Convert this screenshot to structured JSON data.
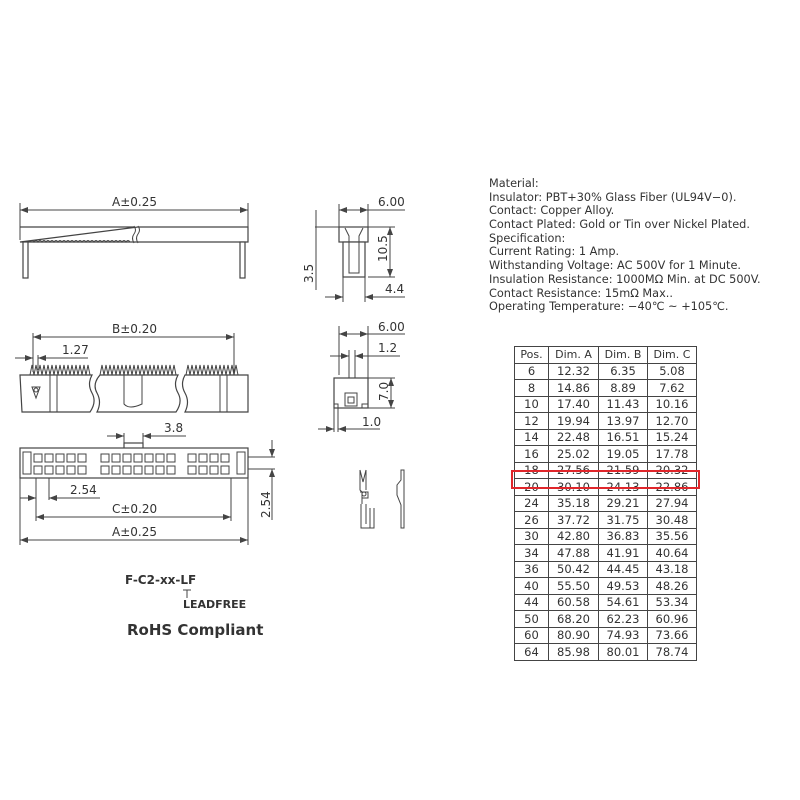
{
  "drawing": {
    "dim_a": "A±0.25",
    "dim_b": "B±0.20",
    "dim_c": "C±0.20",
    "pitch_1_27": "1.27",
    "pitch_2_54": "2.54",
    "row_pitch_2_54": "2.54",
    "key_3_8": "3.8",
    "width_6_00_top": "6.00",
    "width_6_00_mid": "6.00",
    "height_10_5": "10.5",
    "height_3_5": "3.5",
    "width_4_4": "4.4",
    "pin_1_2": "1.2",
    "height_7_0": "7.0",
    "offset_1_0": "1.0"
  },
  "part_number": "F-C2-xx-LF",
  "leadfree_label": "LEADFREE",
  "rohs_label": "RoHS Compliant",
  "specs": [
    "Material:",
    "Insulator:  PBT+30% Glass Fiber (UL94V−0).",
    "Contact:  Copper Alloy.",
    "Contact Plated:  Gold or Tin over Nickel Plated.",
    "Specification:",
    "Current Rating:  1 Amp.",
    "Withstanding Voltage:  AC 500V for 1 Minute.",
    "Insulation Resistance:  1000MΩ Min. at DC 500V.",
    "Contact Resistance:  15mΩ Max..",
    "Operating Temperature:  −40℃ ~ +105℃."
  ],
  "table": {
    "headers": [
      "Pos.",
      "Dim. A",
      "Dim. B",
      "Dim. C"
    ],
    "highlighted_pos": "20",
    "highlight_color": "#e0262b",
    "rows": [
      [
        "6",
        "12.32",
        "6.35",
        "5.08"
      ],
      [
        "8",
        "14.86",
        "8.89",
        "7.62"
      ],
      [
        "10",
        "17.40",
        "11.43",
        "10.16"
      ],
      [
        "12",
        "19.94",
        "13.97",
        "12.70"
      ],
      [
        "14",
        "22.48",
        "16.51",
        "15.24"
      ],
      [
        "16",
        "25.02",
        "19.05",
        "17.78"
      ],
      [
        "18",
        "27.56",
        "21.59",
        "20.32"
      ],
      [
        "20",
        "30.10",
        "24.13",
        "22.86"
      ],
      [
        "24",
        "35.18",
        "29.21",
        "27.94"
      ],
      [
        "26",
        "37.72",
        "31.75",
        "30.48"
      ],
      [
        "30",
        "42.80",
        "36.83",
        "35.56"
      ],
      [
        "34",
        "47.88",
        "41.91",
        "40.64"
      ],
      [
        "36",
        "50.42",
        "44.45",
        "43.18"
      ],
      [
        "40",
        "55.50",
        "49.53",
        "48.26"
      ],
      [
        "44",
        "60.58",
        "54.61",
        "53.34"
      ],
      [
        "50",
        "68.20",
        "62.23",
        "60.96"
      ],
      [
        "60",
        "80.90",
        "74.93",
        "73.66"
      ],
      [
        "64",
        "85.98",
        "80.01",
        "78.74"
      ]
    ]
  }
}
